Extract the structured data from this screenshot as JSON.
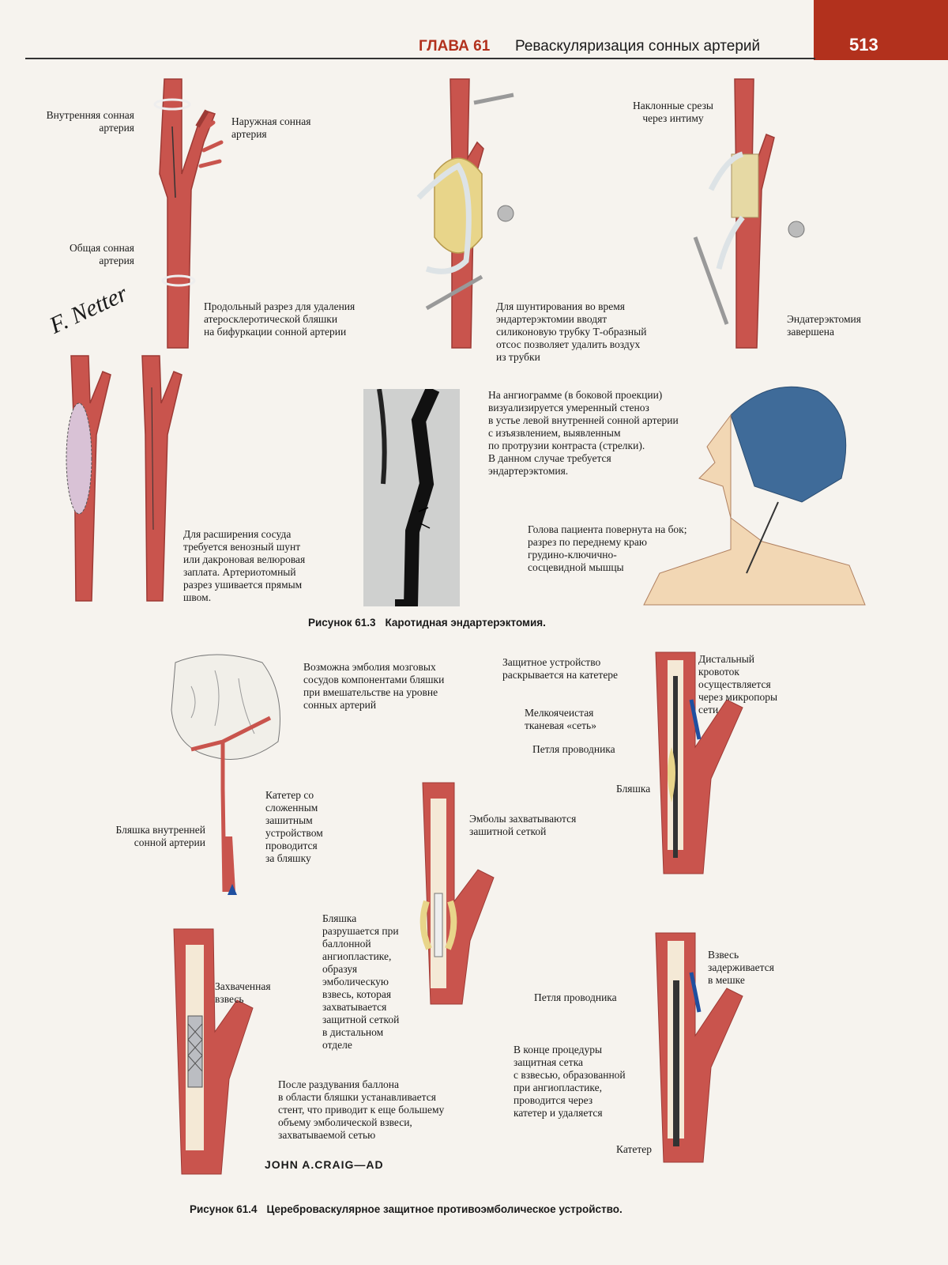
{
  "header": {
    "chapter": "ГЛАВА 61",
    "title": "Реваскуляризация сонных артерий",
    "page_number": "513"
  },
  "fig3": {
    "labels": {
      "internal_carotid": "Внутренняя сонная\nартерия",
      "external_carotid": "Наружная сонная\nартерия",
      "common_carotid": "Общая сонная\nартерия",
      "longitudinal_incision": "Продольный разрез для удаления\nатеросклеротической бляшки\nна бифуркации сонной артерии",
      "oblique_cuts": "Наклонные срезы\nчерез интиму",
      "shunting": "Для шунтирования во время\nэндартерэктомии вводят\nсиликоновую трубку Т-образный\nотсос позволяет удалить воздух\nиз трубки",
      "completed": "Эндатерэктомия\nзавершена",
      "patch": "Для расширения сосуда\nтребуется венозный шунт\nили дакроновая велюровая\nзаплата. Артериотомный\nразрез ушивается прямым\nшвом.",
      "angiogram": "На ангиограмме (в боковой проекции)\nвизуализируется умеренный стеноз\nв устье левой внутренней сонной артерии\nс изъязвлением, выявленным\nпо протрузии контраста (стрелки).\nВ данном случае требуется\nэндартерэктомия.",
      "head_turned": "Голова пациента повернута на бок;\nразрез по переднему краю\nгрудино-ключично-\nсосцевидной мышцы"
    },
    "caption_num": "Рисунок 61.3",
    "caption_text": "Каротидная эндартерэктомия."
  },
  "fig4": {
    "labels": {
      "embolism": "Возможна эмболия мозговых\nсосудов компонентами бляшки\nпри вмешательстве на уровне\nсонных артерий",
      "device_opens": "Защитное устройство\nраскрывается на катетере",
      "distal_flow": "Дистальный\nкровоток\nосуществляется\nчерез микропоры\nсети",
      "mesh": "Мелкоячеистая\nтканевая «сеть»",
      "guidewire_loop_1": "Петля проводника",
      "plaque_1": "Бляшка",
      "catheter_folded": "Катетер со\nсложенным\nзашитным\nустройством\nпроводится\nза бляшку",
      "plaque_internal": "Бляшка внутренней\nсонной артерии",
      "emboli_captured": "Эмболы захватываются\nзашитной сеткой",
      "plaque_destroyed": "Бляшка\nразрушается при\nбаллонной\nангиопластике,\nобразуя\nэмболическую\nвзвесь, которая\nзахватывается\nзащитной сеткой\nв дистальном\nотделе",
      "captured_suspension": "Захваченная\nвзвесь",
      "stent": "После раздувания баллона\nв области бляшки устанавливается\nстент, что приводит к еще большему\nобъему эмболической взвеси,\nзахватываемой сетью",
      "suspension_retained": "Взвесь\nзадерживается\nв мешке",
      "guidewire_loop_2": "Петля проводника",
      "end_procedure": "В конце процедуры\nзащитная сетка\nс взвесью, образованной\nпри ангиопластике,\nпроводится через\nкатетер и удаляется",
      "catheter": "Катетер"
    },
    "caption_num": "Рисунок 61.4",
    "caption_text": "Цереброваскулярное защитное противоэмболическое устройство."
  },
  "signatures": {
    "netter": "F. Netter",
    "craig": "JOHN A.CRAIG—AD"
  },
  "colors": {
    "artery": "#c9544d",
    "artery_dark": "#9d3a35",
    "plaque": "#e8d58a",
    "accent_red": "#b2311d",
    "cap_blue": "#3f6b99",
    "arrow_blue": "#1f4fa0"
  }
}
